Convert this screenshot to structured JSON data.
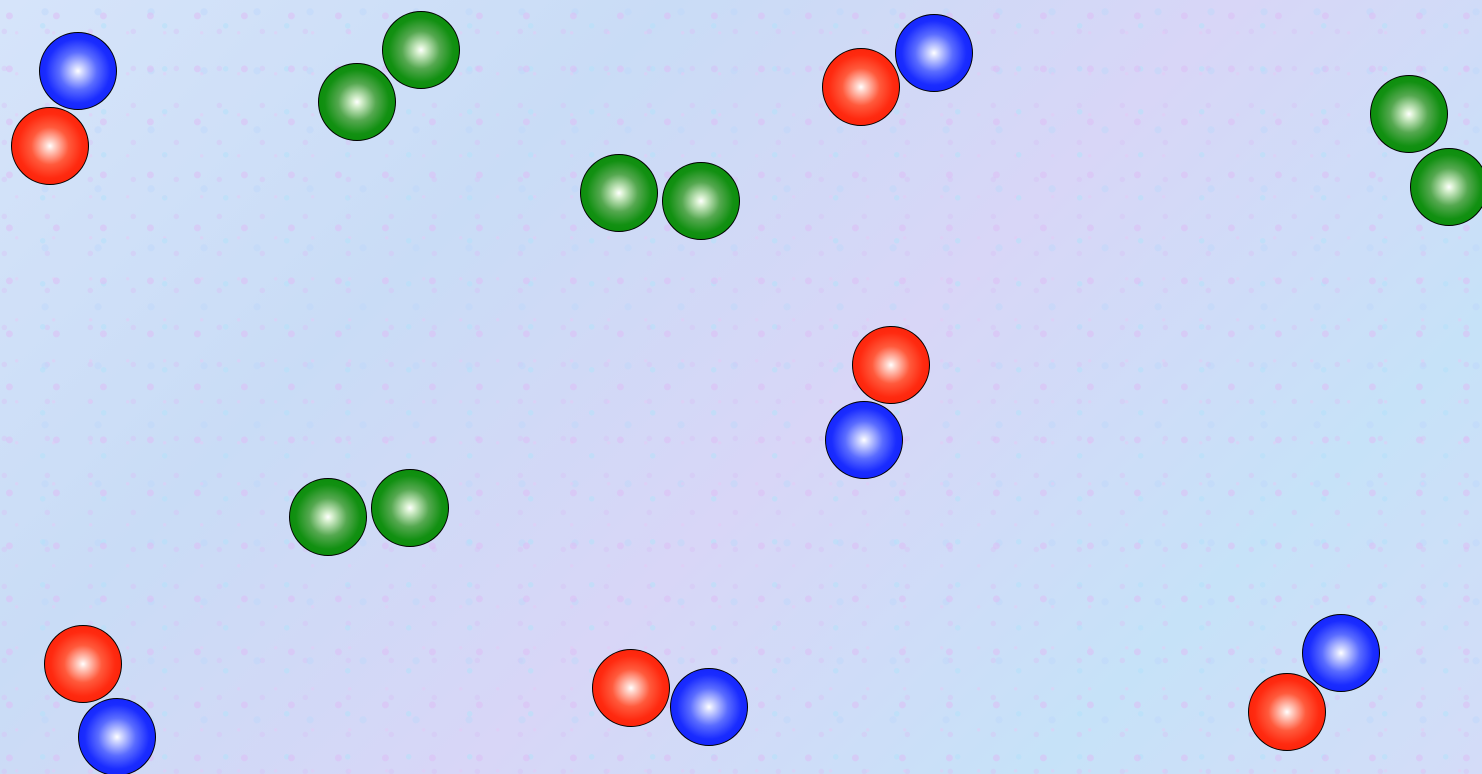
{
  "molecules": [
    {
      "id": "m1",
      "atoms": [
        "blue",
        "red"
      ]
    },
    {
      "id": "m2",
      "atoms": [
        "green",
        "green"
      ]
    },
    {
      "id": "m3",
      "atoms": [
        "red",
        "blue"
      ]
    },
    {
      "id": "m4",
      "atoms": [
        "green",
        "green"
      ]
    },
    {
      "id": "m5",
      "atoms": [
        "green",
        "green"
      ]
    },
    {
      "id": "m6",
      "atoms": [
        "red",
        "blue"
      ]
    },
    {
      "id": "m7",
      "atoms": [
        "green",
        "green"
      ]
    },
    {
      "id": "m8",
      "atoms": [
        "red",
        "blue"
      ]
    },
    {
      "id": "m9",
      "atoms": [
        "red",
        "blue"
      ]
    },
    {
      "id": "m10",
      "atoms": [
        "blue",
        "red"
      ]
    }
  ],
  "colors": {
    "red": "#ff2a10",
    "green": "#008a00",
    "blue": "#1a2cff",
    "outline": "#000000"
  }
}
